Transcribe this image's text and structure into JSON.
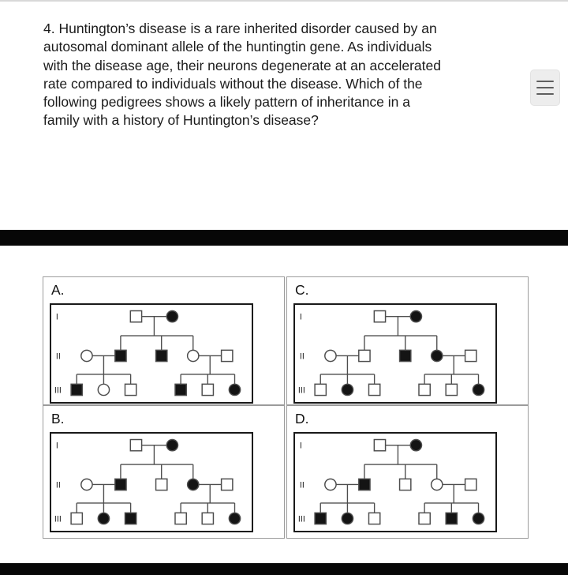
{
  "question": {
    "lines": [
      "4. Huntington’s disease is a rare inherited disorder caused by an",
      "autosomal dominant allele of the huntingtin gene. As individuals",
      "with the disease age, their neurons degenerate at an accelerated",
      "rate compared to individuals without the disease. Which of the",
      "following pedigrees shows a likely pattern of inheritance in a",
      "family with a history of Huntington’s disease?"
    ]
  },
  "icons": {
    "menu": "hamburger-menu"
  },
  "generation_labels": [
    "I",
    "II",
    "III"
  ],
  "colors": {
    "affected_fill": "#141414",
    "unaffected_fill": "#ffffff",
    "line": "#4d4d4d",
    "bar": "#070707",
    "cell_border": "#9c9c9c",
    "frame_border": "#191919"
  },
  "options": [
    {
      "label": "A.",
      "members": [
        {
          "id": "I-1",
          "sex": "M",
          "affected": false
        },
        {
          "id": "I-2",
          "sex": "F",
          "affected": true
        },
        {
          "id": "II-1",
          "sex": "F",
          "affected": false
        },
        {
          "id": "II-2",
          "sex": "M",
          "affected": true
        },
        {
          "id": "II-3",
          "sex": "M",
          "affected": true
        },
        {
          "id": "II-4",
          "sex": "F",
          "affected": false
        },
        {
          "id": "II-5",
          "sex": "M",
          "affected": false
        },
        {
          "id": "III-1",
          "sex": "M",
          "affected": true
        },
        {
          "id": "III-2",
          "sex": "F",
          "affected": false
        },
        {
          "id": "III-3",
          "sex": "M",
          "affected": false
        },
        {
          "id": "III-4",
          "sex": "M",
          "affected": true
        },
        {
          "id": "III-5",
          "sex": "M",
          "affected": false
        },
        {
          "id": "III-6",
          "sex": "F",
          "affected": true
        }
      ]
    },
    {
      "label": "B.",
      "members": [
        {
          "id": "I-1",
          "sex": "M",
          "affected": false
        },
        {
          "id": "I-2",
          "sex": "F",
          "affected": true
        },
        {
          "id": "II-1",
          "sex": "F",
          "affected": false
        },
        {
          "id": "II-2",
          "sex": "M",
          "affected": true
        },
        {
          "id": "II-3",
          "sex": "M",
          "affected": false
        },
        {
          "id": "II-4",
          "sex": "F",
          "affected": true
        },
        {
          "id": "II-5",
          "sex": "M",
          "affected": false
        },
        {
          "id": "III-1",
          "sex": "M",
          "affected": false
        },
        {
          "id": "III-2",
          "sex": "F",
          "affected": true
        },
        {
          "id": "III-3",
          "sex": "M",
          "affected": true
        },
        {
          "id": "III-4",
          "sex": "M",
          "affected": false
        },
        {
          "id": "III-5",
          "sex": "M",
          "affected": false
        },
        {
          "id": "III-6",
          "sex": "F",
          "affected": true
        }
      ]
    },
    {
      "label": "C.",
      "members": [
        {
          "id": "I-1",
          "sex": "M",
          "affected": false
        },
        {
          "id": "I-2",
          "sex": "F",
          "affected": true
        },
        {
          "id": "II-1",
          "sex": "F",
          "affected": false
        },
        {
          "id": "II-2",
          "sex": "M",
          "affected": false
        },
        {
          "id": "II-3",
          "sex": "M",
          "affected": true
        },
        {
          "id": "II-4",
          "sex": "F",
          "affected": true
        },
        {
          "id": "II-5",
          "sex": "M",
          "affected": false
        },
        {
          "id": "III-1",
          "sex": "M",
          "affected": false
        },
        {
          "id": "III-2",
          "sex": "F",
          "affected": true
        },
        {
          "id": "III-3",
          "sex": "M",
          "affected": false
        },
        {
          "id": "III-4",
          "sex": "M",
          "affected": false
        },
        {
          "id": "III-5",
          "sex": "M",
          "affected": false
        },
        {
          "id": "III-6",
          "sex": "F",
          "affected": true
        }
      ]
    },
    {
      "label": "D.",
      "members": [
        {
          "id": "I-1",
          "sex": "M",
          "affected": false
        },
        {
          "id": "I-2",
          "sex": "F",
          "affected": true
        },
        {
          "id": "II-1",
          "sex": "F",
          "affected": false
        },
        {
          "id": "II-2",
          "sex": "M",
          "affected": true
        },
        {
          "id": "II-3",
          "sex": "M",
          "affected": false
        },
        {
          "id": "II-4",
          "sex": "F",
          "affected": false
        },
        {
          "id": "II-5",
          "sex": "M",
          "affected": false
        },
        {
          "id": "III-1",
          "sex": "M",
          "affected": true
        },
        {
          "id": "III-2",
          "sex": "F",
          "affected": true
        },
        {
          "id": "III-3",
          "sex": "M",
          "affected": false
        },
        {
          "id": "III-4",
          "sex": "M",
          "affected": false
        },
        {
          "id": "III-5",
          "sex": "M",
          "affected": true
        },
        {
          "id": "III-6",
          "sex": "F",
          "affected": true
        }
      ]
    }
  ]
}
